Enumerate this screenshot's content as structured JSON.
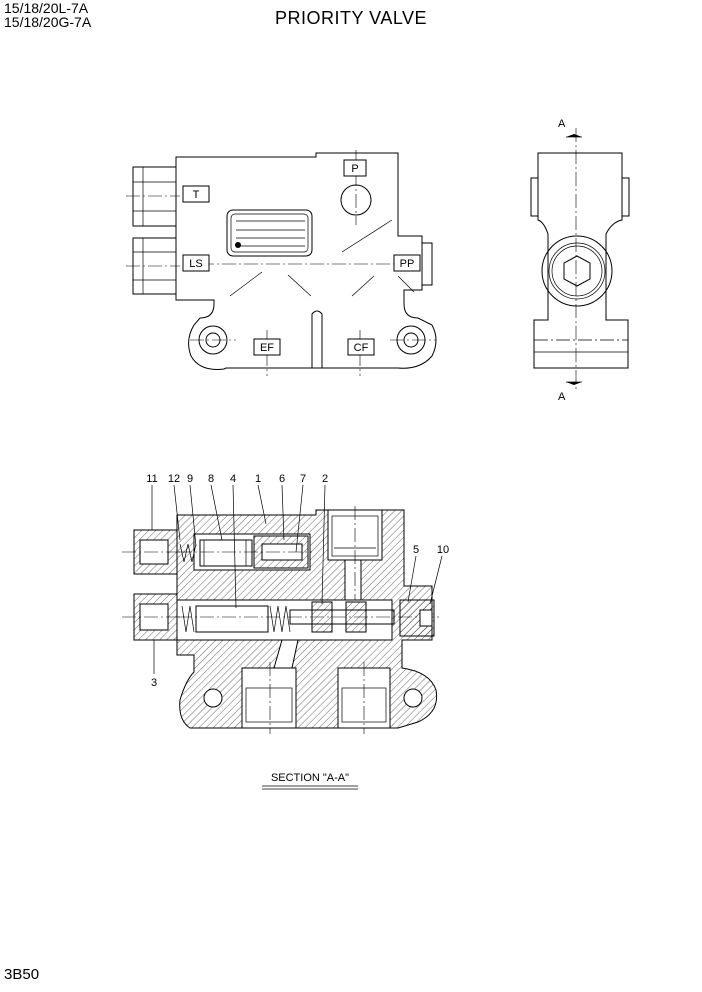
{
  "header": {
    "model_line1": "15/18/20L-7A",
    "model_line2": "15/18/20G-7A",
    "title": "PRIORITY VALVE"
  },
  "front_view": {
    "ports": {
      "p": "P",
      "t": "T",
      "ls": "LS",
      "pp": "PP",
      "ef": "EF",
      "cf": "CF"
    }
  },
  "side_view": {
    "section_mark_top": "A",
    "section_mark_bottom": "A"
  },
  "section_view": {
    "part_numbers_top": [
      "11",
      "12",
      "9",
      "8",
      "4",
      "1",
      "6",
      "7",
      "2"
    ],
    "part_numbers_right": [
      "5",
      "10"
    ],
    "part_number_left": "3",
    "caption": "SECTION \"A-A\""
  },
  "footer": {
    "page_number": "3B50"
  }
}
